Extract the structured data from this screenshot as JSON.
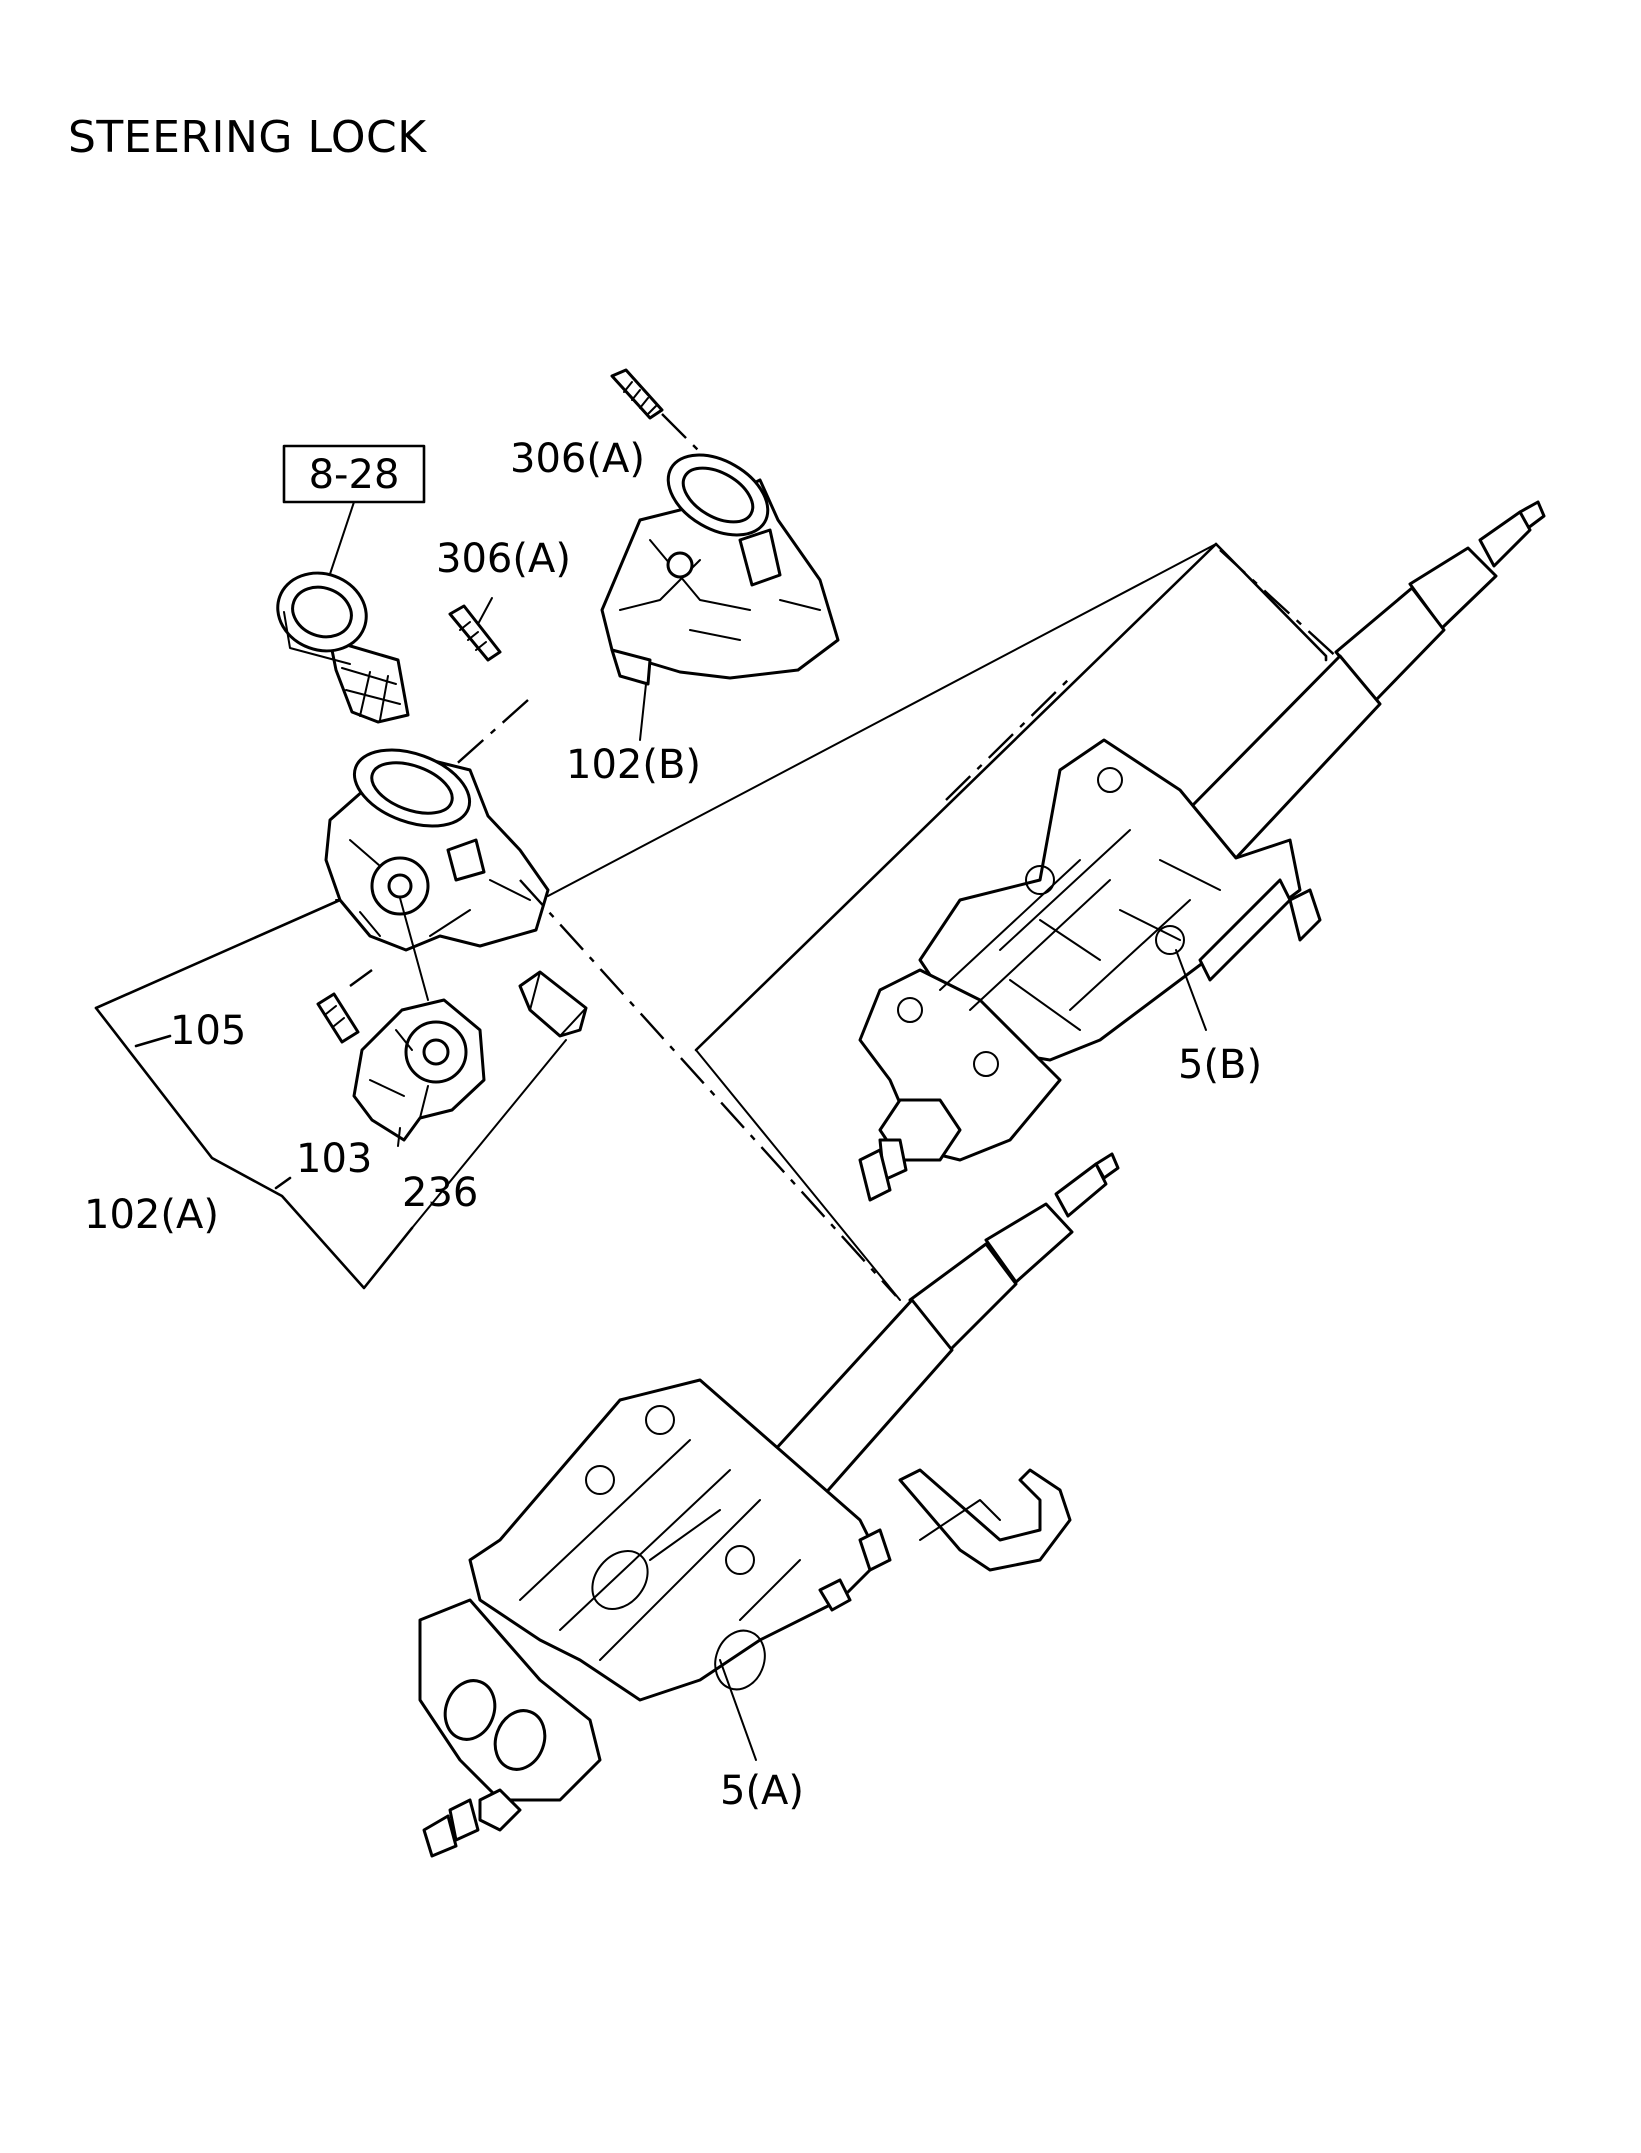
{
  "page": {
    "title": "STEERING LOCK"
  },
  "reference": {
    "label": "8-28"
  },
  "callouts": {
    "bolt_306a_top": "306(A)",
    "bolt_306a_mid": "306(A)",
    "lock_102b": "102(B)",
    "screw_105": "105",
    "switch_103": "103",
    "lock_102a": "102(A)",
    "clip_236": "236",
    "column_5b": "5(B)",
    "column_5a": "5(A)"
  },
  "colors": {
    "ink": "#000000",
    "paper": "#ffffff"
  }
}
